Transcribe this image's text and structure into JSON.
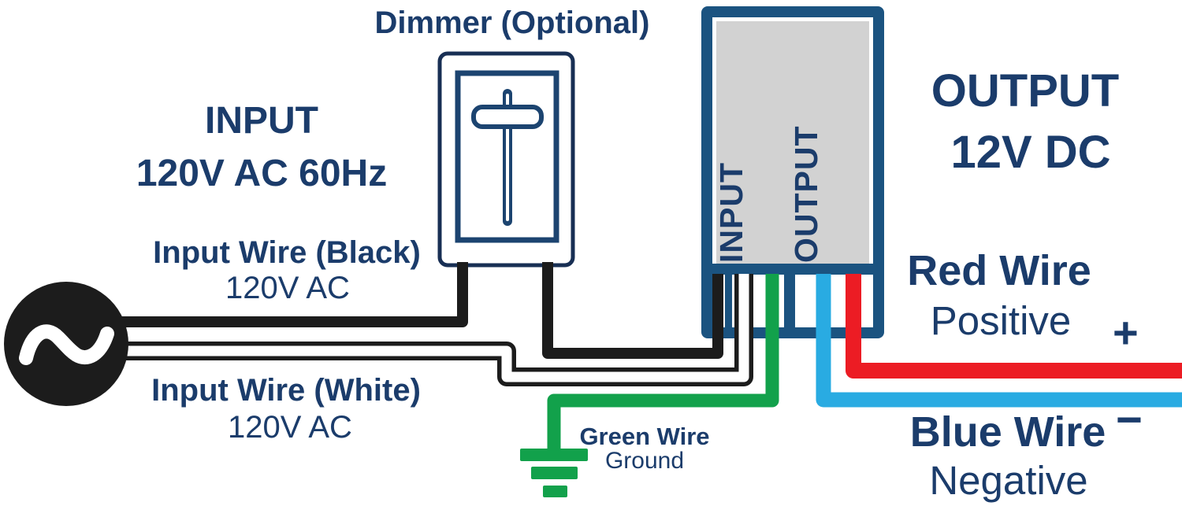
{
  "title": "12V DC power supply wiring diagram",
  "colors": {
    "navy_text": "#1b3c6b",
    "psu_border": "#1b5380",
    "psu_fill": "#d2d2d2",
    "dimmer_border_outer": "#182f54",
    "dimmer_border_inner": "#1c4470",
    "wire_black": "#1c1c1c",
    "wire_white": "#ffffff",
    "wire_green": "#12a14b",
    "wire_red": "#ec1c24",
    "wire_blue": "#29abe2"
  },
  "labels": {
    "dimmer": "Dimmer (Optional)",
    "input_heading_line1": "INPUT",
    "input_heading_line2": "120V AC 60Hz",
    "output_heading_line1": "OUTPUT",
    "output_heading_line2": "12V DC",
    "input_wire_black_line1": "Input Wire (Black)",
    "input_wire_black_line2": "120V AC",
    "input_wire_white_line1": "Input Wire (White)",
    "input_wire_white_line2": "120V AC",
    "green_wire_line1": "Green Wire",
    "green_wire_line2": "Ground",
    "red_wire_line1": "Red Wire",
    "red_wire_line2": "Positive",
    "plus_sign": "+",
    "blue_wire_line1": "Blue Wire",
    "blue_wire_line2": "Negative",
    "minus_sign": "−",
    "psu_input_port": "INPUT",
    "psu_output_port": "OUTPUT"
  }
}
